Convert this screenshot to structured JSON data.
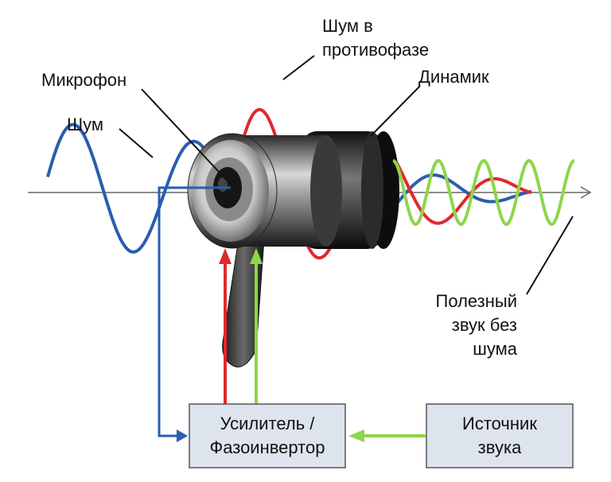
{
  "labels": {
    "microphone": "Микрофон",
    "noise": "Шум",
    "antiphase_line1": "Шум в",
    "antiphase_line2": "противофазе",
    "speaker": "Динамик",
    "useful_line1": "Полезный",
    "useful_line2": "звук без",
    "useful_line3": "шума"
  },
  "boxes": {
    "amplifier_line1": "Усилитель /",
    "amplifier_line2": "Фазоинвертор",
    "source_line1": "Источник",
    "source_line2": "звука"
  },
  "colors": {
    "noise_wave": "#2a5db0",
    "antiphase_wave": "#e0282e",
    "useful_wave": "#8ed64a",
    "axis": "#666666",
    "box_fill": "#dde4ee",
    "box_stroke": "#555555"
  }
}
